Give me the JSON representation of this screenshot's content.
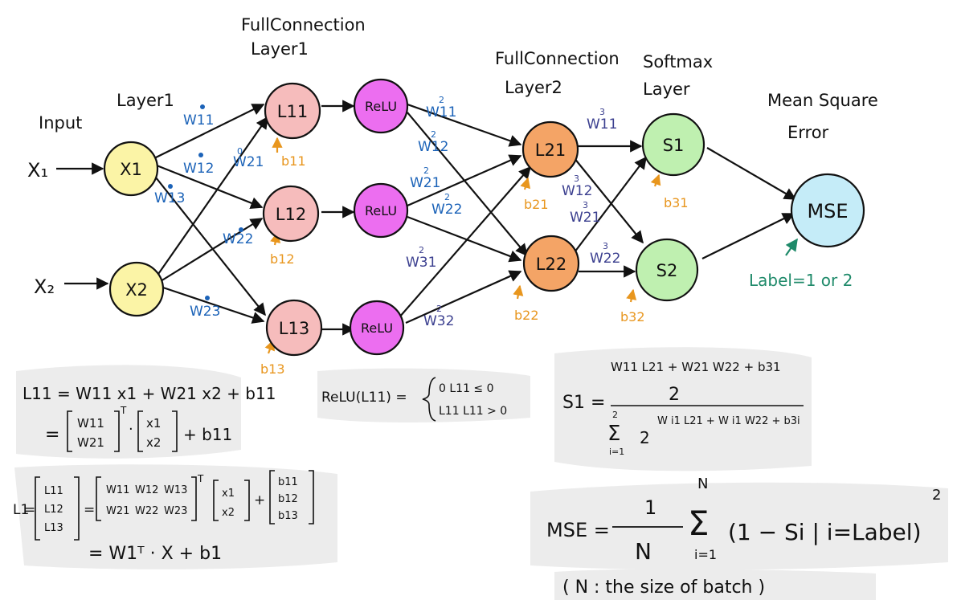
{
  "colors": {
    "input_node": "#fbf4a6",
    "fc1_node": "#f6bcbc",
    "relu_node": "#ec6ef0",
    "fc2_node": "#f4a466",
    "softmax_node": "#bff0b0",
    "mse_node": "#c5ecf8",
    "weight_blue": "#1c63b8",
    "weight_navy": "#3b3f8f",
    "bias_orange": "#e8961e",
    "label_green": "#1f8a6a",
    "formula_bg": "#ececec"
  },
  "headers": {
    "input": "Input",
    "layer1": "Layer1",
    "fc1_line1": "FullConnection",
    "fc1_line2": "Layer1",
    "fc2_line1": "FullConnection",
    "fc2_line2": "Layer2",
    "softmax_line1": "Softmax",
    "softmax_line2": "Layer",
    "mse_line1": "Mean Square",
    "mse_line2": "Error"
  },
  "inputs": {
    "x1": "X₁",
    "x2": "X₂"
  },
  "nodes": {
    "x1": "X1",
    "x2": "X2",
    "l11": "L11",
    "l12": "L12",
    "l13": "L13",
    "relu1": "ReLU",
    "relu2": "ReLU",
    "relu3": "ReLU",
    "l21": "L21",
    "l22": "L22",
    "s1": "S1",
    "s2": "S2",
    "mse": "MSE"
  },
  "weights": {
    "w11_1": "W11",
    "w12_1": "W12",
    "w13_1": "W13",
    "w21_1": "W21",
    "w22_1": "W22",
    "w23_1": "W23",
    "w11_2": "W11",
    "w12_2": "W12",
    "w21_2": "W21",
    "w22_2": "W22",
    "w31_2": "W31",
    "w32_2": "W32",
    "w11_3": "W11",
    "w12_3": "W12",
    "w21_3": "W21",
    "w22_3": "W22",
    "sup0": "0",
    "sup2": "2",
    "sup3": "3"
  },
  "biases": {
    "b11": "b11",
    "b12": "b12",
    "b13": "b13",
    "b21": "b21",
    "b22": "b22",
    "b31": "b31",
    "b32": "b32"
  },
  "label_note": "Label=1 or 2",
  "formulas": {
    "l11_line1": "L11 = W11 x1 + W21 x2 + b11",
    "l11_line2_eq": "=",
    "l11_line2_tail": "+ b11",
    "vec_lhs": "L1",
    "vec_line2": "= W1ᵀ · X + b1",
    "relu_lhs": "ReLU(L11) =",
    "relu_case1": "0    L11 ≤ 0",
    "relu_case2": "L11  L11 > 0",
    "s1_lhs": "S1 =",
    "s1_num_exp": "W11 L21 + W21 W22 + b31",
    "s1_den_exp": "W i1 L21 + W i1 W22 + b3i",
    "s1_base": "2",
    "s1_sum_top": "2",
    "s1_sum_bot": "i=1",
    "mse_lhs": "MSE =",
    "mse_frac_num": "1",
    "mse_frac_den": "N",
    "mse_sum_top": "N",
    "mse_sum_bot": "i=1",
    "mse_body": "(1 − Si | i=Label)",
    "mse_power": "2",
    "mse_note": "( N : the size of batch )"
  }
}
